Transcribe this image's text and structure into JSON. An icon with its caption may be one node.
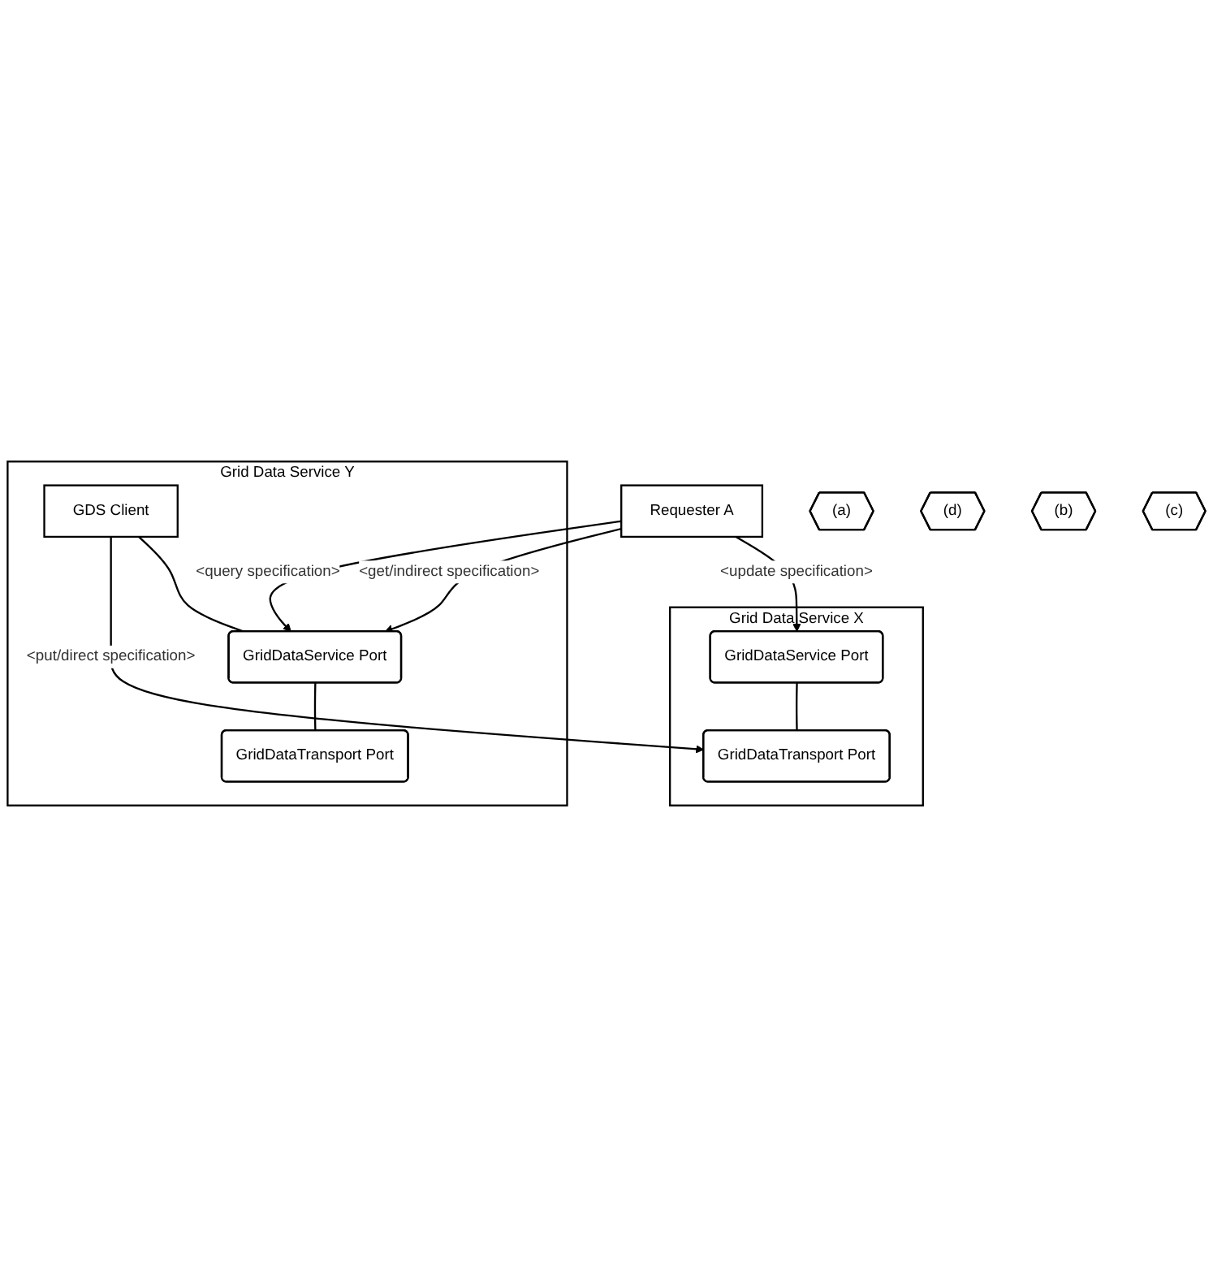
{
  "diagram": {
    "nodes": [
      {
        "text": [
          "Grid Data Service X"
        ]
      },
      {
        "text": [
          "GridDataService Port"
        ],
        "in": 0
      },
      {
        "text": [
          "GridDataTransport Port"
        ],
        "in": 0
      },
      {
        "text": [
          "Requester A"
        ]
      },
      {
        "text": [
          "Grid Data Service Y"
        ]
      },
      {
        "text": [
          "GDS Client"
        ],
        "in": 4
      },
      {
        "text": [
          "GridDataService Port"
        ],
        "in": 4
      },
      {
        "text": [
          "GridDataTransport Port"
        ],
        "in": 4
      },
      {
        "text": [
          "(a)"
        ]
      },
      {
        "text": [
          "(d)"
        ]
      },
      {
        "text": [
          "(b)"
        ]
      },
      {
        "text": [
          "(c)"
        ]
      }
    ],
    "edges": [
      {
        "from": 3,
        "to": 1,
        "arrow": "to",
        "label": "<update specification>"
      },
      {
        "from": 3,
        "to": 6,
        "arrow": "to",
        "label": "<query specification>"
      },
      {
        "from": 3,
        "to": 6,
        "arrow": "to",
        "label": "<get/indirect specification>"
      },
      {
        "from": 5,
        "to": 2,
        "arrow": "to",
        "label": "<put/direct specification>"
      },
      {
        "from": 1,
        "to": 2,
        "arrow": "none"
      },
      {
        "from": 5,
        "to": 6,
        "arrow": "none"
      },
      {
        "from": 6,
        "to": 7,
        "arrow": "none"
      }
    ]
  }
}
